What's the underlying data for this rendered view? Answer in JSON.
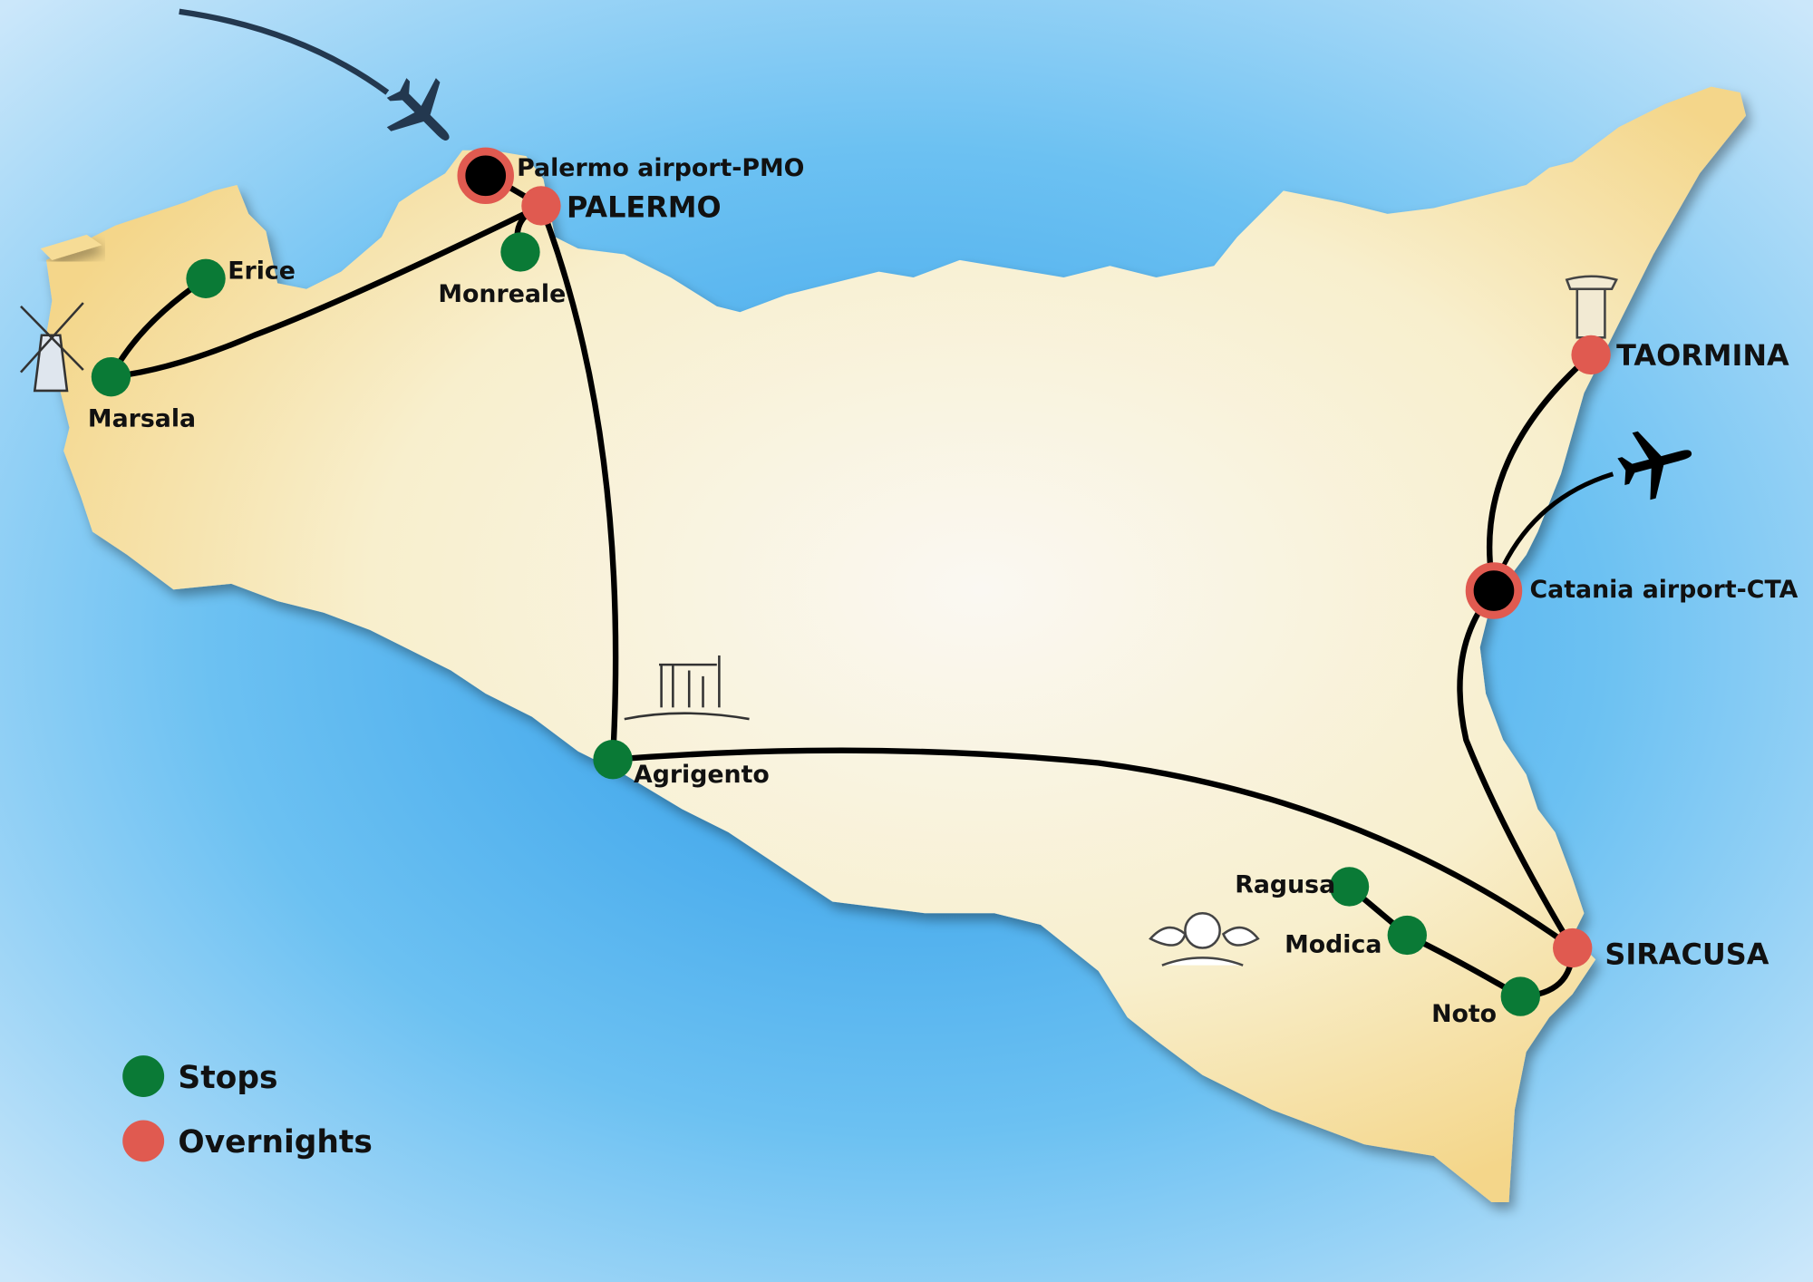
{
  "title": "Sicily itinerary map",
  "colors": {
    "stop": "#0a7a36",
    "overnight": "#e05a50",
    "airport": "#000000",
    "land": "#f7e3a6",
    "sea": "#5bb8f0"
  },
  "places": {
    "palermo_airport": "Palermo airport-PMO",
    "palermo": "PALERMO",
    "monreale": "Monreale",
    "erice": "Erice",
    "marsala": "Marsala",
    "agrigento": "Agrigento",
    "taormina": "TAORMINA",
    "catania_airport": "Catania airport-CTA",
    "ragusa": "Ragusa",
    "modica": "Modica",
    "noto": "Noto",
    "siracusa": "SIRACUSA"
  },
  "legend": {
    "stops": "Stops",
    "overnights": "Overnights"
  },
  "icons": [
    "airplane-icon",
    "windmill-icon",
    "temple-ruins-icon",
    "column-icon",
    "cherub-icon"
  ]
}
